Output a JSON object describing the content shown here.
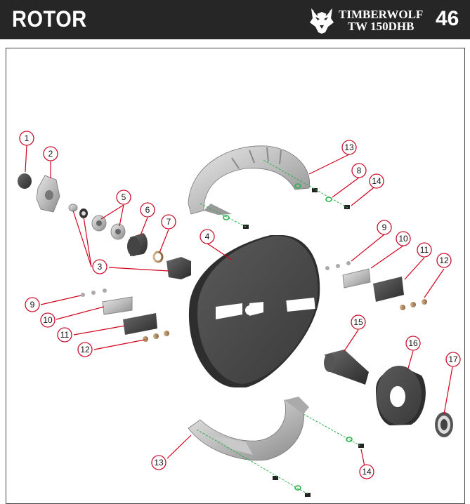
{
  "header": {
    "title": "ROTOR",
    "brand_line1": "TIMBERWOLF",
    "brand_line2": "TW 150DHB",
    "page_number": "46"
  },
  "colors": {
    "header_bg": "#262626",
    "callout_red": "#c8102e",
    "leader_red": "#d0021b",
    "guide_green": "#2bb24c"
  },
  "callouts": [
    "1",
    "2",
    "3",
    "4",
    "5",
    "6",
    "7",
    "8",
    "9",
    "10",
    "11",
    "12",
    "13",
    "14",
    "15",
    "16",
    "17"
  ]
}
